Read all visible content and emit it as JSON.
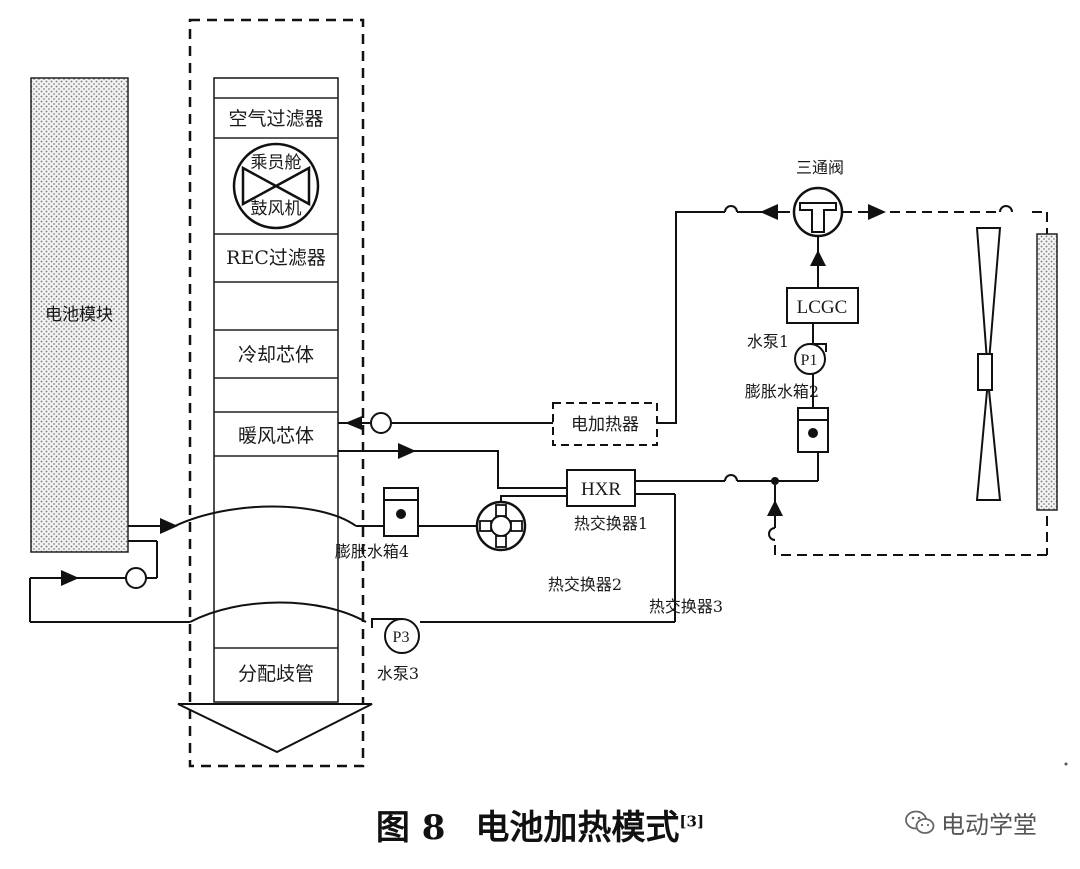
{
  "components": {
    "battery_module": "电池模块",
    "air_filter": "空气过滤器",
    "cabin_fan_top": "乘员舱",
    "cabin_fan_bottom": "鼓风机",
    "rec_filter": "REC过滤器",
    "cooling_core": "冷却芯体",
    "heater_core": "暖风芯体",
    "distribution_manifold": "分配歧管",
    "three_way_valve": "三通阀",
    "lcgc": "LCGC",
    "pump1_label": "水泵1",
    "pump1_symbol": "P1",
    "expansion_tank2": "膨胀水箱2",
    "electric_heater": "电加热器",
    "hxr": "HXR",
    "heat_exchanger1": "热交换器1",
    "heat_exchanger2": "热交换器2",
    "heat_exchanger3": "热交换器3",
    "expansion_tank4": "膨胀水箱4",
    "pump3_symbol": "P3",
    "pump3_label": "水泵3"
  },
  "caption": {
    "figure_no": "图 8",
    "title": "电池加热模式",
    "ref": "[3]"
  },
  "watermark": "电动学堂"
}
